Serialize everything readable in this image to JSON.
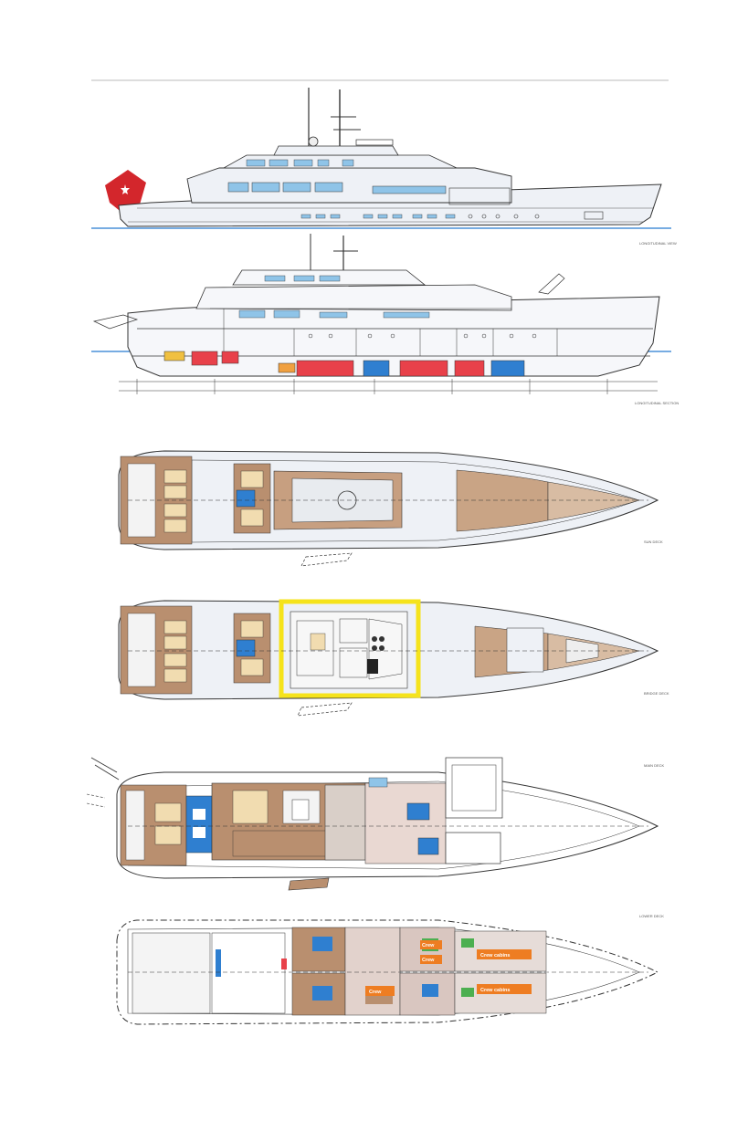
{
  "drawings": {
    "profile_exterior": {
      "caption": "LONGITUDINAL VIEW"
    },
    "profile_section": {
      "caption": "LONGITUDINAL SECTION"
    },
    "sun_deck": {
      "caption": "SUN DECK"
    },
    "bridge_deck": {
      "caption": "BRIDGE DECK"
    },
    "main_deck": {
      "caption": "MAIN DECK"
    },
    "lower_deck": {
      "caption": "LOWER DECK",
      "cabin_labels": [
        "Crew",
        "Crew",
        "Crew cabins",
        "Crew",
        "Crew cabins"
      ]
    }
  },
  "colors": {
    "hull": "#e9edf3",
    "teak": "#b98f6f",
    "glass": "#8fc4e8",
    "tank_red": "#e8414a",
    "tank_blue": "#2f7fd0",
    "highlight_yellow": "#f5e31c",
    "waterline": "#4a90d9",
    "crew_label": "#ee7d22",
    "flag_red": "#d3262c"
  }
}
